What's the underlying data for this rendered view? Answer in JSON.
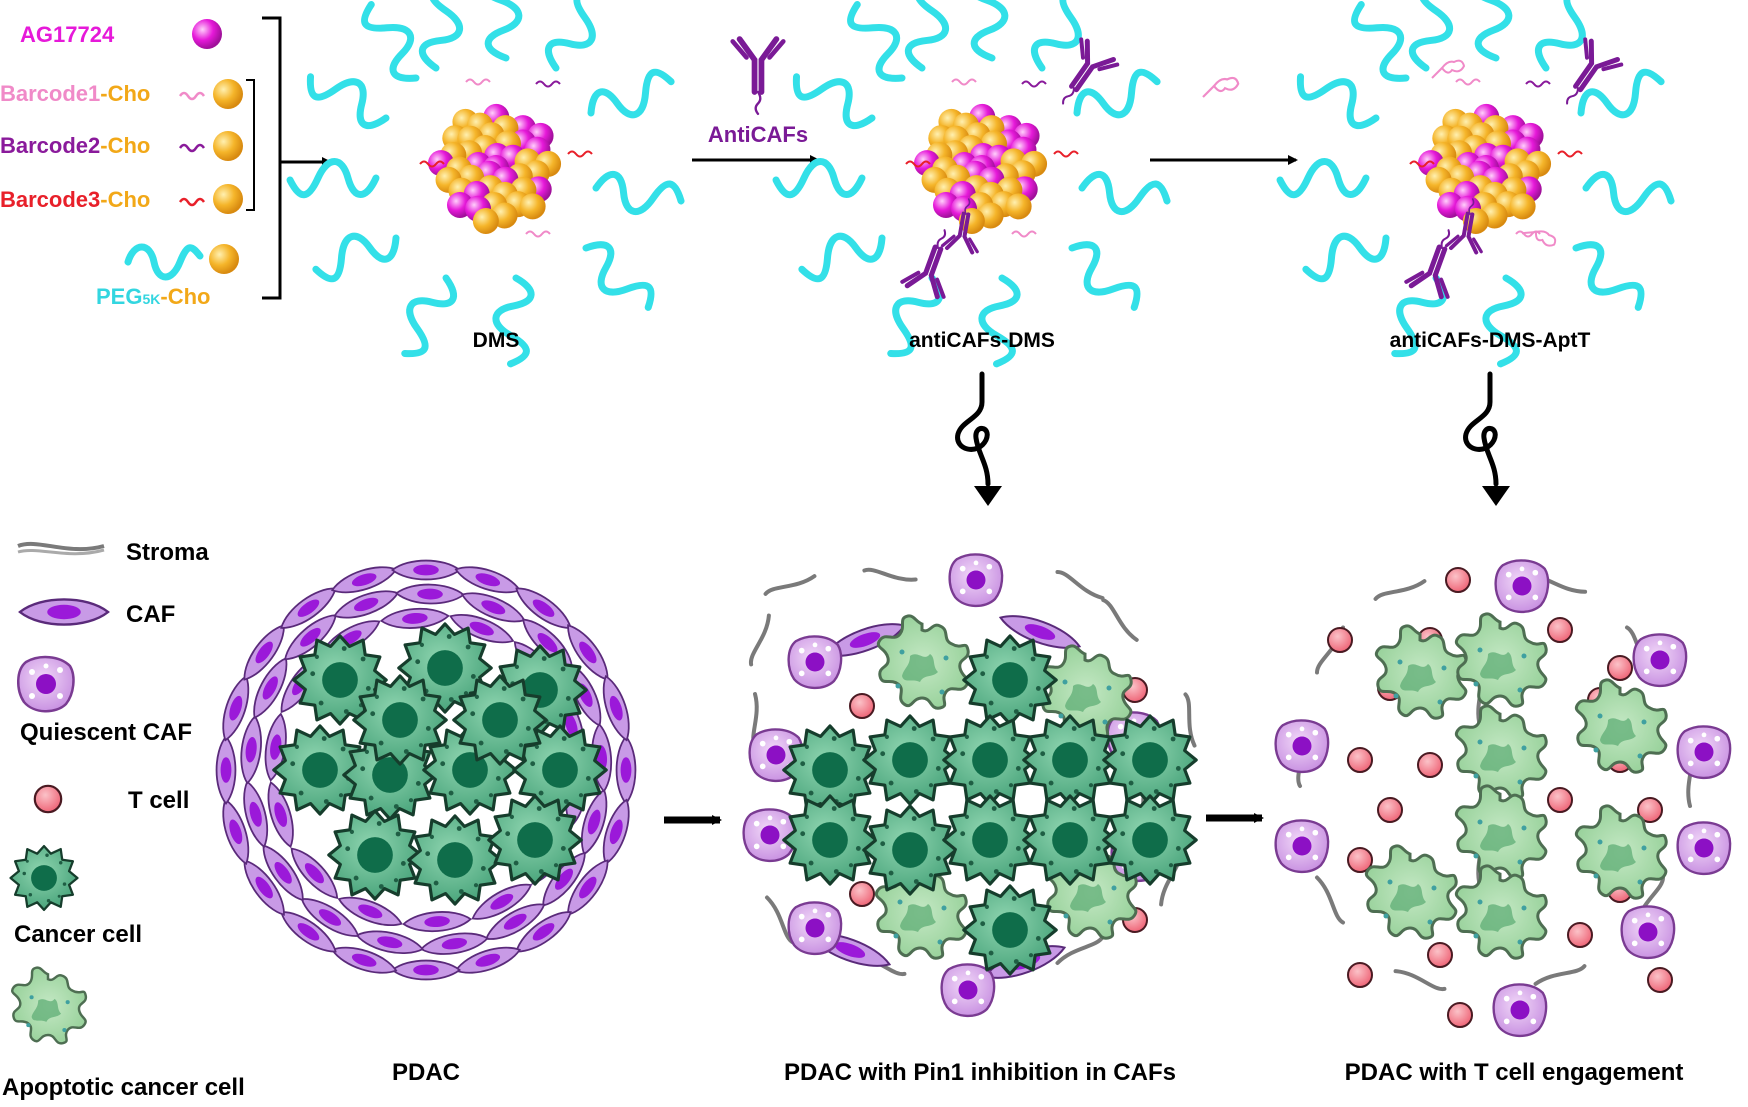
{
  "components": {
    "drug": "AG17724",
    "barcode1": {
      "name": "Barcode1",
      "suffix": "-Cho"
    },
    "barcode2": {
      "name": "Barcode2",
      "suffix": "-Cho"
    },
    "barcode3": {
      "name": "Barcode3",
      "suffix": "-Cho"
    },
    "peg": {
      "prefix": "PEG",
      "sub": "5K",
      "suffix": "-Cho"
    }
  },
  "steps": {
    "reagent1": "AntiCAFs",
    "product1": "DMS",
    "product2": "antiCAFs-DMS",
    "product3": "antiCAFs-DMS-AptT"
  },
  "legend": {
    "stroma": "Stroma",
    "caf": "CAF",
    "quiescent_caf": "Quiescent CAF",
    "t_cell": "T cell",
    "cancer_cell": "Cancer cell",
    "apoptotic_cell": "Apoptotic cancer cell"
  },
  "stages": {
    "stage1": "PDAC",
    "stage2": "PDAC with Pin1 inhibition in CAFs",
    "stage3": "PDAC with T cell engagement"
  },
  "colors": {
    "drug": "#e619d9",
    "barcode1": "#f08ac8",
    "barcode2": "#8a1a9b",
    "barcode3": "#e8202a",
    "cho": "#f2a818",
    "peg": "#33e0e8",
    "antibody": "#7a1a96",
    "cancer": "#3f9a72",
    "t_cell": "#f07080"
  }
}
